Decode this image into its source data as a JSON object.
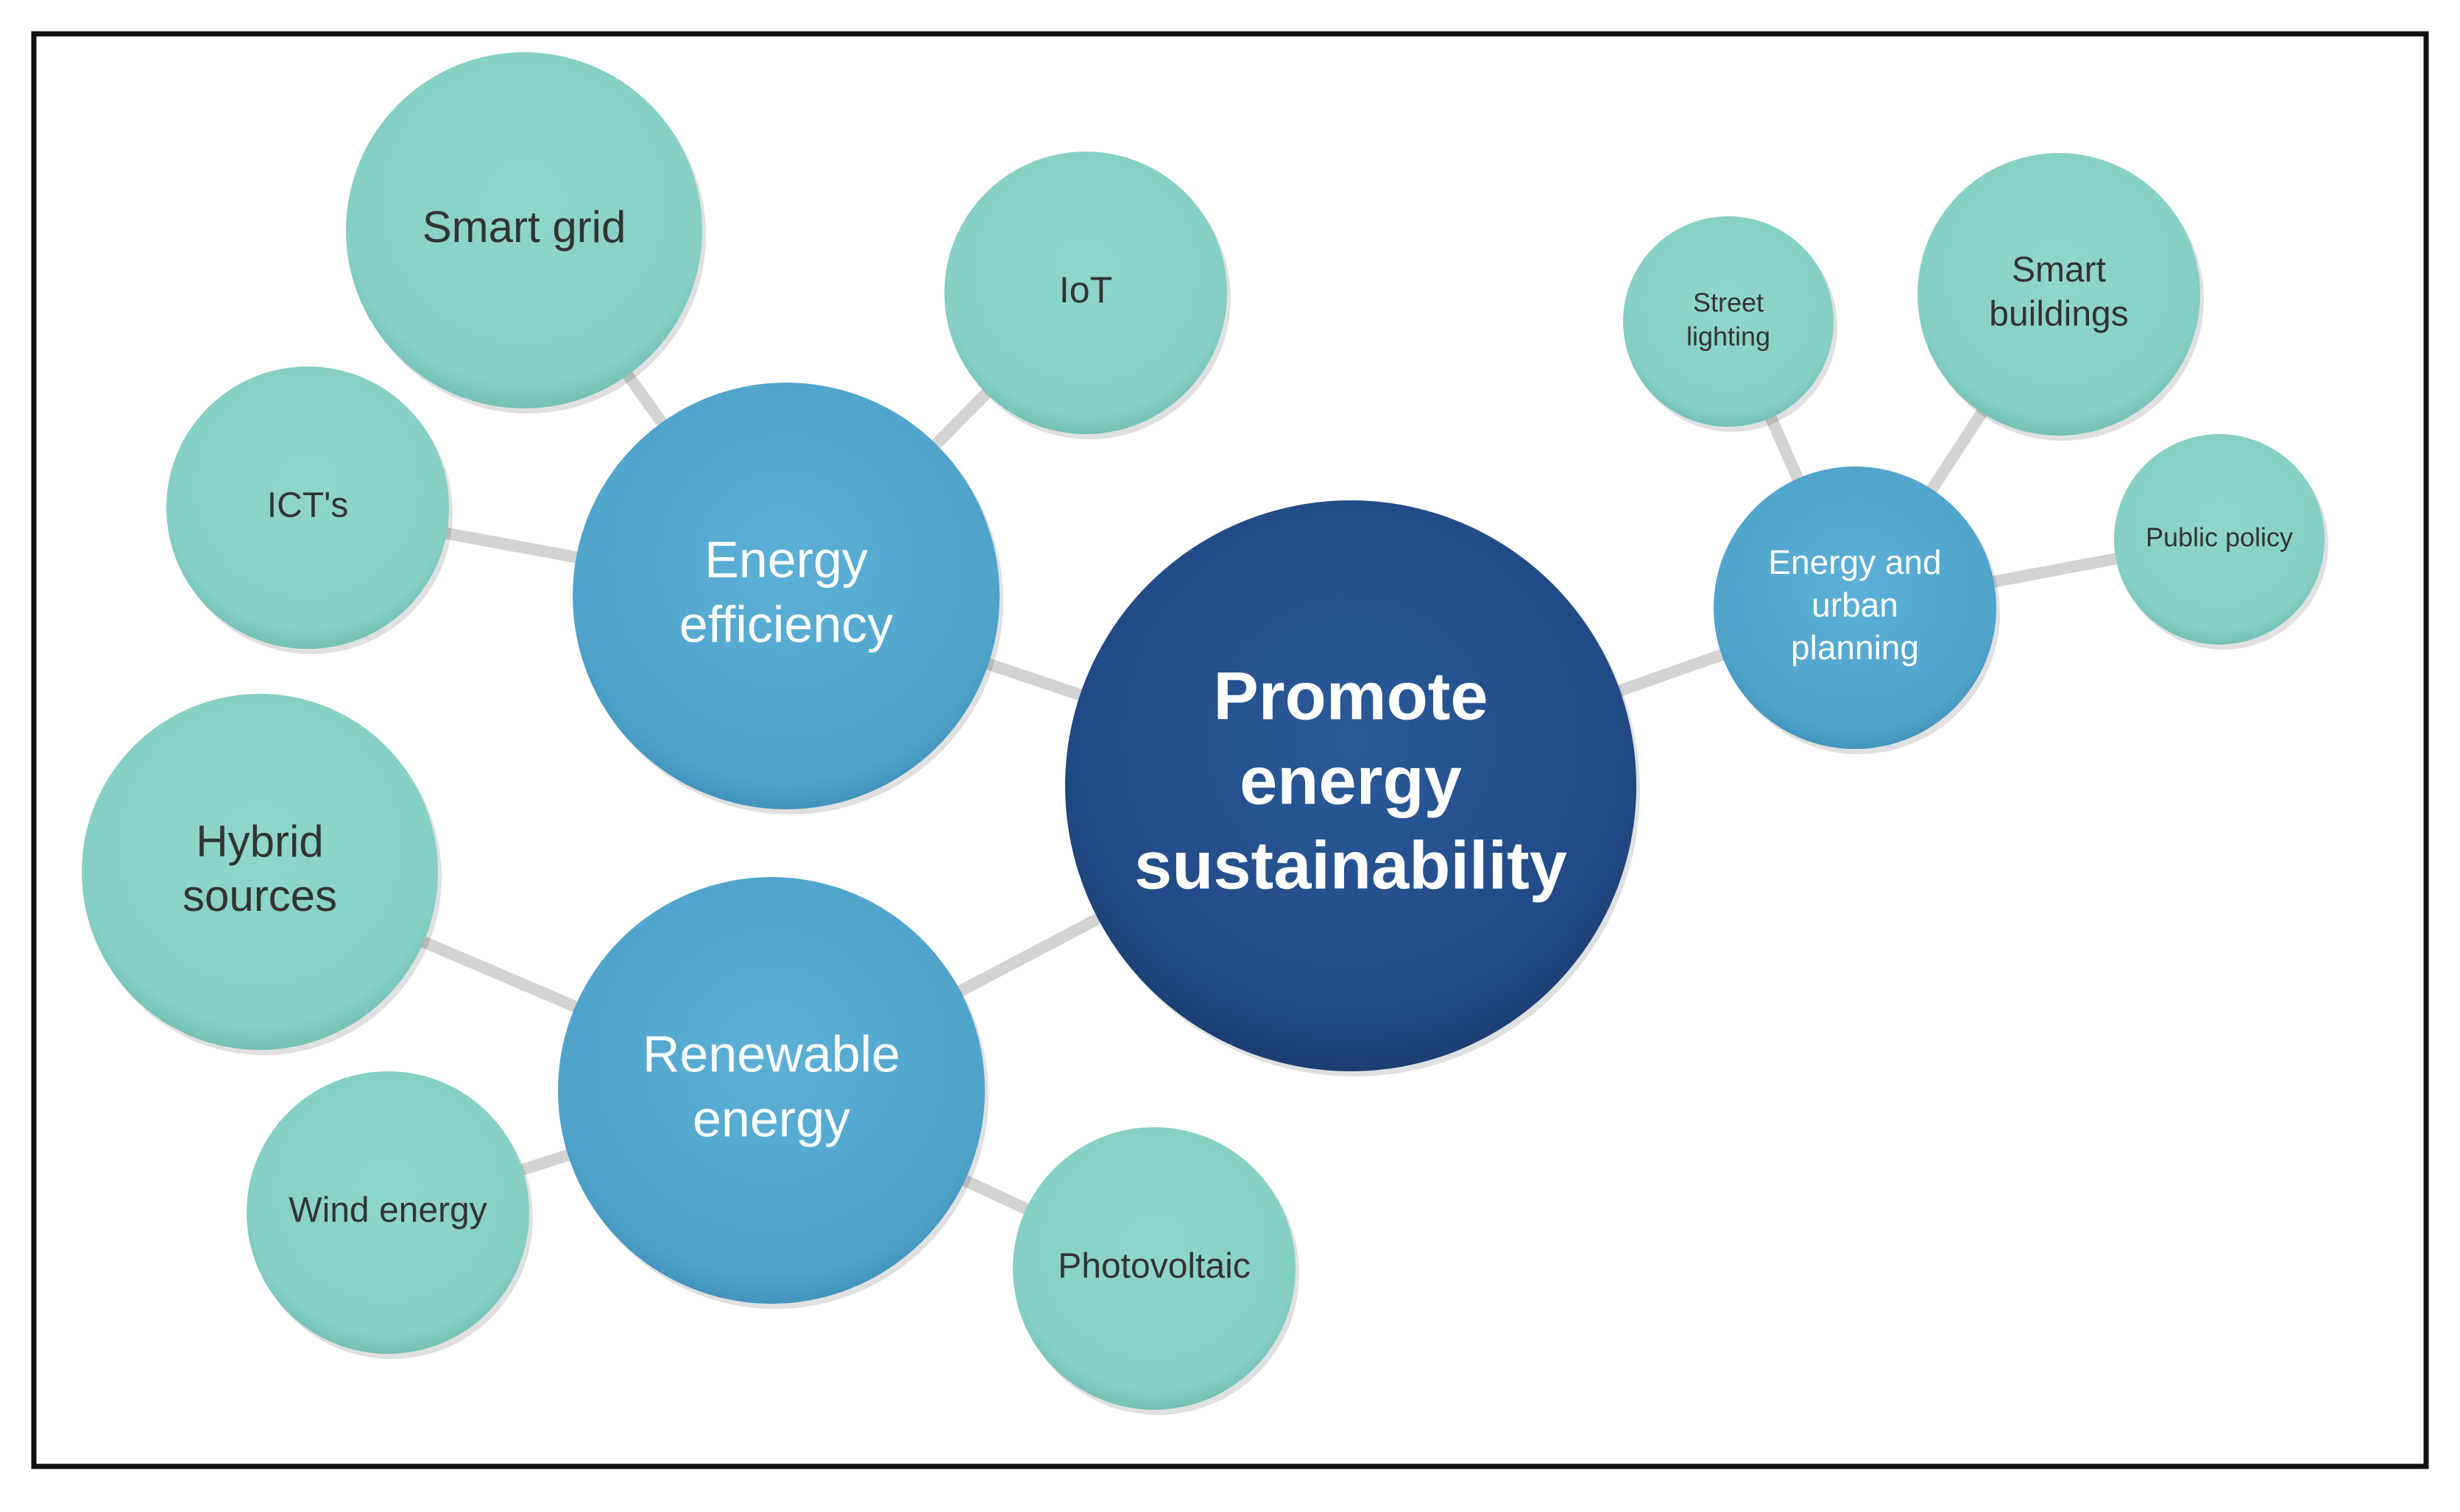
{
  "diagram": {
    "colors": {
      "center_fill": "#214a85",
      "category_fill": "#53a7cf",
      "leaf_fill": "#88d1c6",
      "connector": "#d3d3d3",
      "light_text": "#ffffff",
      "dark_text": "#333333"
    },
    "center": {
      "lines": [
        "Promote",
        "energy",
        "sustainability"
      ]
    },
    "categories": [
      {
        "key": "energy_efficiency",
        "lines": [
          "Energy",
          "efficiency"
        ],
        "leaves": [
          {
            "key": "smart_grid",
            "lines": [
              "Smart grid"
            ]
          },
          {
            "key": "iot",
            "lines": [
              "IoT"
            ]
          },
          {
            "key": "icts",
            "lines": [
              "ICT's"
            ]
          }
        ]
      },
      {
        "key": "renewable_energy",
        "lines": [
          "Renewable",
          "energy"
        ],
        "leaves": [
          {
            "key": "hybrid_sources",
            "lines": [
              "Hybrid",
              "sources"
            ]
          },
          {
            "key": "wind_energy",
            "lines": [
              "Wind energy"
            ]
          },
          {
            "key": "photovoltaic",
            "lines": [
              "Photovoltaic"
            ]
          }
        ]
      },
      {
        "key": "energy_urban_planning",
        "lines": [
          "Energy and",
          "urban",
          "planning"
        ],
        "leaves": [
          {
            "key": "street_lighting",
            "lines": [
              "Street",
              "lighting"
            ]
          },
          {
            "key": "smart_buildings",
            "lines": [
              "Smart",
              "buildings"
            ]
          },
          {
            "key": "public_policy",
            "lines": [
              "Public policy"
            ]
          }
        ]
      }
    ]
  }
}
